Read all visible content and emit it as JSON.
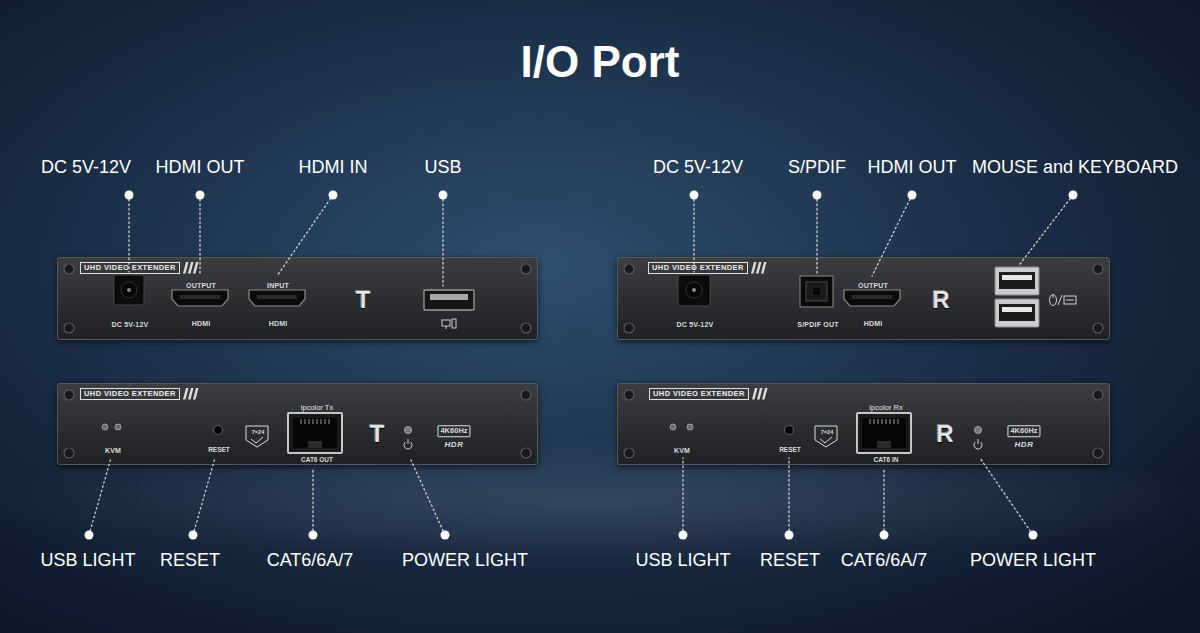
{
  "diagram": {
    "title": "I/O Port",
    "nodes": [
      {
        "text": [
          "UHD VIDEO EXTENDER",
          "DC 5V-12V",
          "OUTPUT",
          "HDMI",
          "INPUT",
          "HDMI",
          "T"
        ]
      },
      {
        "text": [
          "UHD VIDEO EXTENDER",
          "DC 5V-12V",
          "S/PDIF OUT",
          "OUTPUT",
          "HDMI",
          "R"
        ]
      },
      {
        "text": [
          "UHD VIDEO EXTENDER",
          "KVM",
          "RESET",
          "7×24",
          "ipcolor Tx",
          "CAT6 OUT",
          "T",
          "4K60Hz",
          "HDR"
        ]
      },
      {
        "text": [
          "UHD VIDEO EXTENDER",
          "KVM",
          "RESET",
          "7×24",
          "ipcolor Rx",
          "CAT6 IN",
          "R",
          "4K60Hz",
          "HDR"
        ]
      }
    ],
    "labels": [
      "DC 5V-12V",
      "HDMI OUT",
      "HDMI IN",
      "USB",
      "DC 5V-12V",
      "S/PDIF",
      "HDMI OUT",
      "MOUSE and KEYBOARD",
      "USB LIGHT",
      "RESET",
      "CAT6/6A/7",
      "POWER LIGHT",
      "USB LIGHT",
      "RESET",
      "CAT6/6A/7",
      "POWER LIGHT"
    ]
  }
}
